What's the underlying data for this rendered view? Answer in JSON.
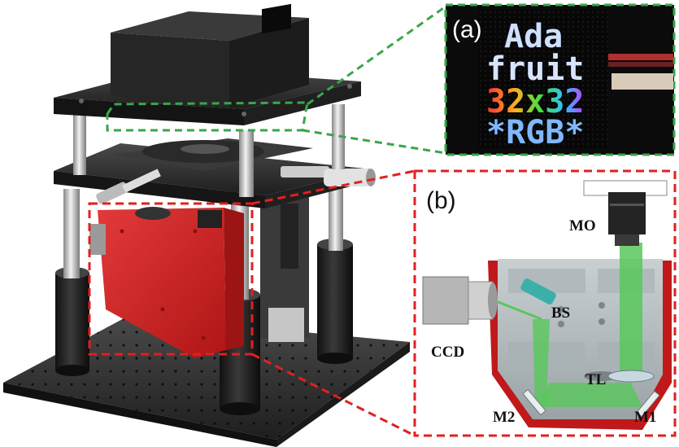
{
  "panels": {
    "a": {
      "label": "(a)"
    },
    "b": {
      "label": "(b)"
    }
  },
  "led_matrix": {
    "lines": [
      {
        "text": "Ada",
        "color": "#cfe0ff"
      },
      {
        "text": "fruit",
        "color": "#d8e4ff"
      },
      {
        "text": "32x32",
        "color": "gradient"
      },
      {
        "text": "*RGB*",
        "color": "#7fb8ff"
      }
    ]
  },
  "components": {
    "mo": "MO",
    "bs": "BS",
    "ccd": "CCD",
    "tl": "TL",
    "m1": "M1",
    "m2": "M2"
  },
  "colors": {
    "green_dash": "#3aa64a",
    "red_dash": "#e02020",
    "housing_red": "#d42222",
    "beam_green": "#58c85a",
    "dark_metal": "#2b2b2b"
  }
}
